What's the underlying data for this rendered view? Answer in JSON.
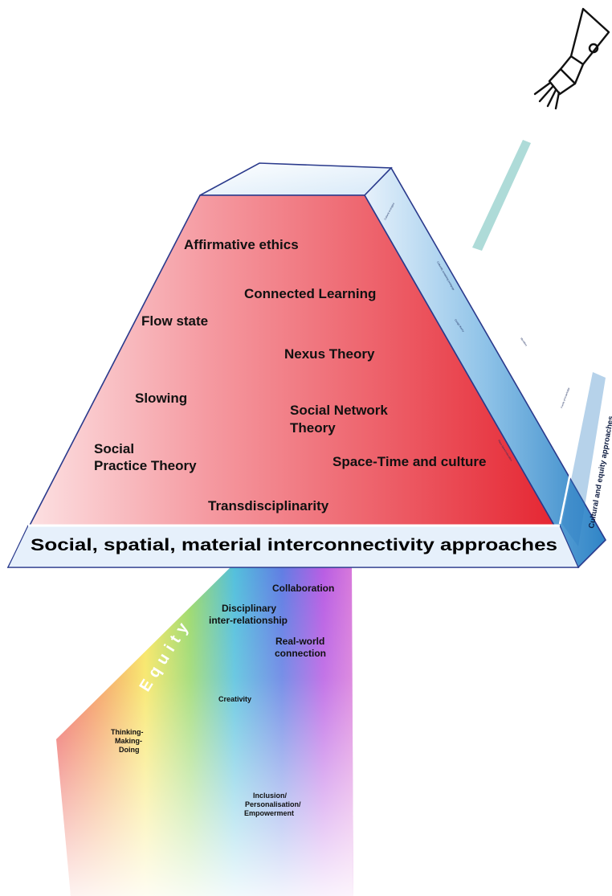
{
  "pyramid": {
    "front_concepts": [
      "Affirmative ethics",
      "Connected Learning",
      "Flow state",
      "Nexus Theory",
      "Slowing",
      "Social Network",
      "Theory",
      "Social",
      "Practice Theory",
      "Space-Time and culture",
      "Transdisciplinarity"
    ],
    "banner": "Social, spatial, material interconnectivity approaches",
    "side_banner": "Cultural and equity approaches",
    "side_small_labels": [
      "Cultural ecologies",
      "Culturally sustaining pedagogy",
      "Design theory",
      "Identities",
      "Funds of knowledge",
      "Place-based education"
    ]
  },
  "beam": {
    "equity_label": "Equity",
    "labels": [
      "Collaboration",
      "Disciplinary",
      "inter-relationship",
      "Real-world",
      "connection",
      "Creativity",
      "Thinking-",
      "Making-",
      "Doing",
      "Inclusion/",
      "Personalisation/",
      "Empowerment"
    ]
  },
  "icons": {
    "torch": "flashlight-icon"
  },
  "colors": {
    "front_red": "#e8202a",
    "front_pale": "#fbe4e6",
    "side_blue": "#2f86c8",
    "outline": "#2a3a8c",
    "light_beam": "#aedbd8"
  }
}
